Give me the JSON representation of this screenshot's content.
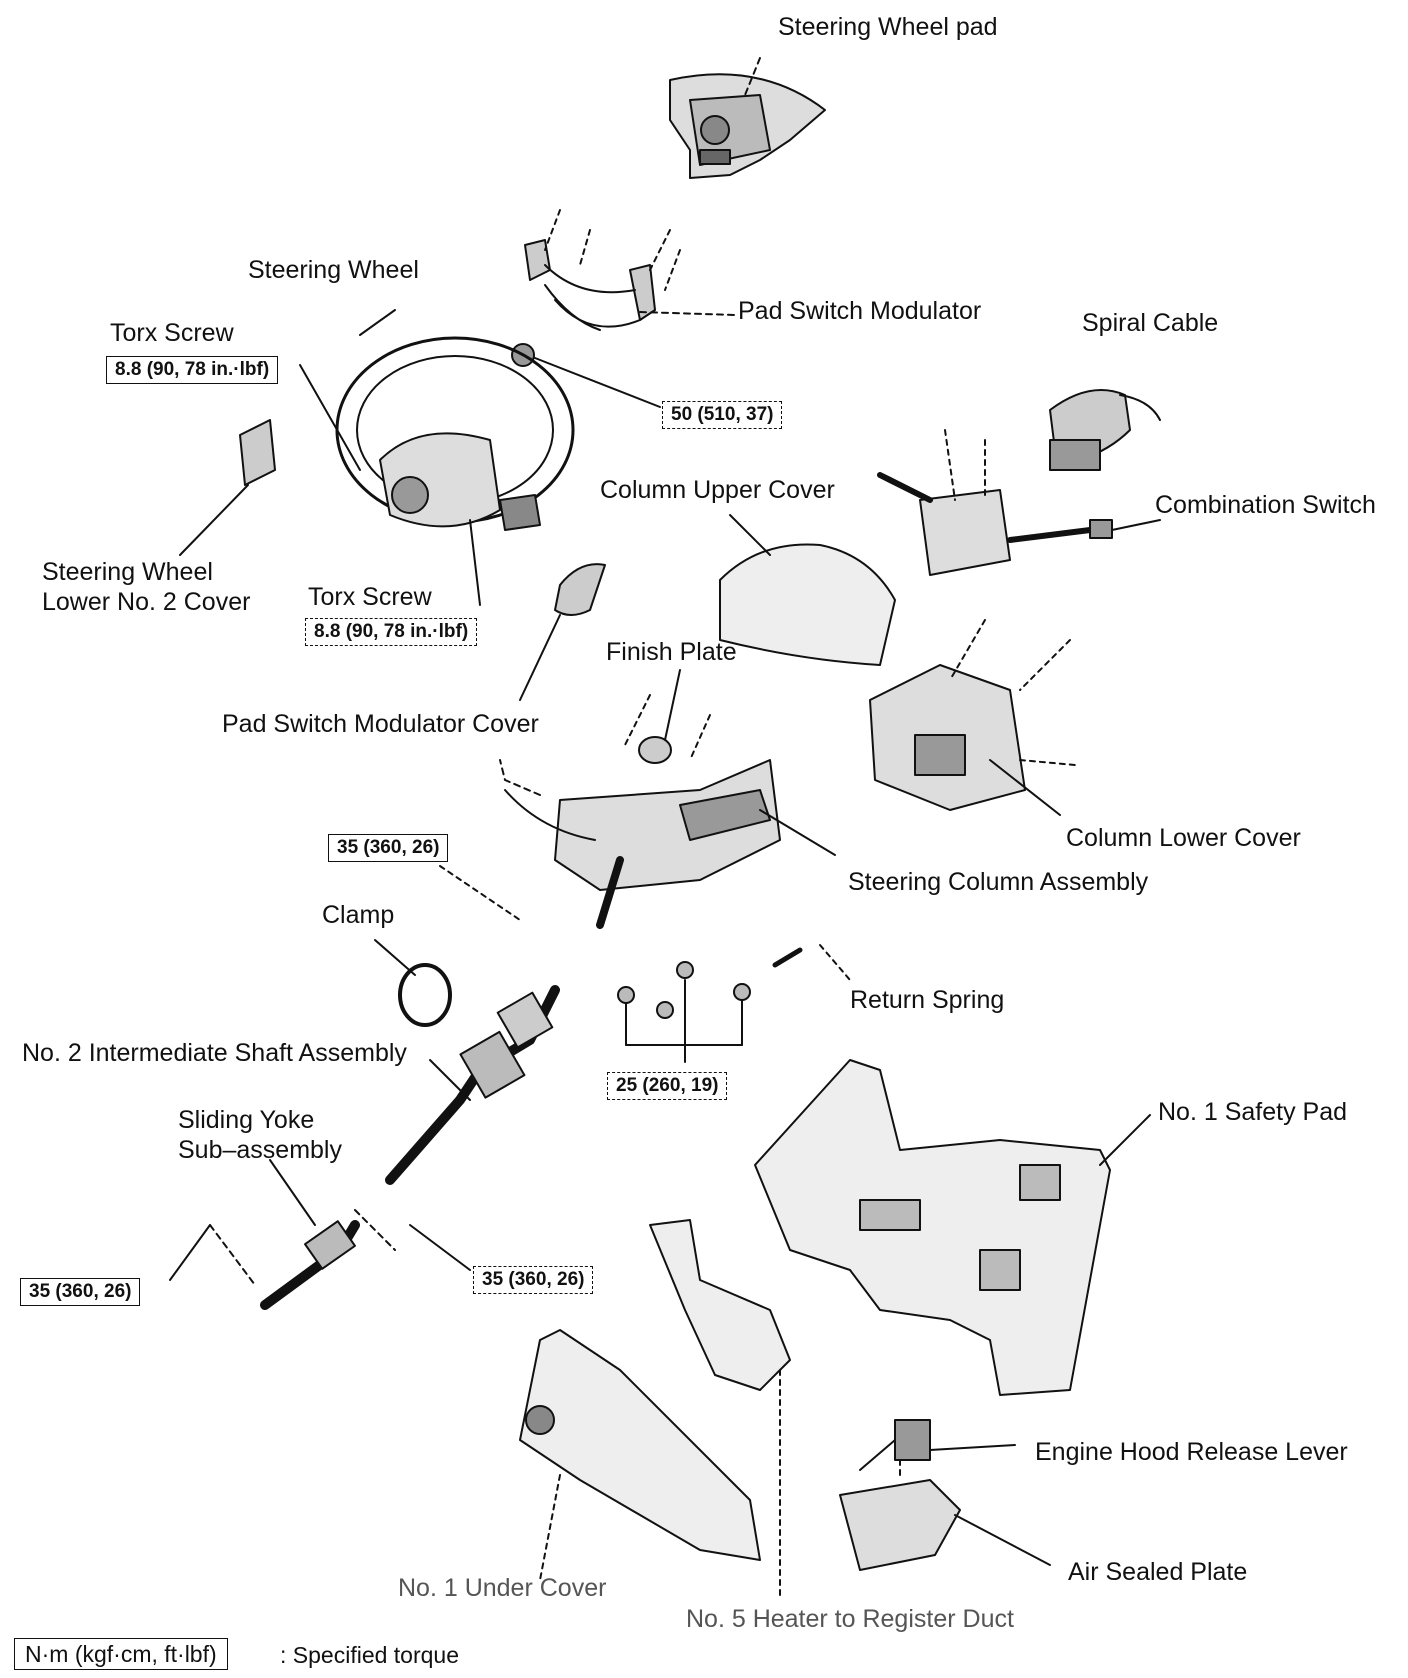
{
  "labels": {
    "steering_wheel_pad": "Steering Wheel pad",
    "pad_switch_modulator": "Pad Switch Modulator",
    "steering_wheel": "Steering Wheel",
    "torx_screw_upper": "Torx Screw",
    "torx_screw_lower": "Torx Screw",
    "spiral_cable": "Spiral Cable",
    "combination_switch": "Combination Switch",
    "column_upper_cover": "Column Upper Cover",
    "steering_wheel_lower_no2_cover": "Steering Wheel\nLower No. 2 Cover",
    "finish_plate": "Finish Plate",
    "pad_switch_modulator_cover": "Pad Switch Modulator Cover",
    "column_lower_cover": "Column Lower Cover",
    "steering_column_assembly": "Steering Column Assembly",
    "clamp": "Clamp",
    "return_spring": "Return Spring",
    "no2_intermediate_shaft_assembly": "No. 2 Intermediate Shaft Assembly",
    "no1_safety_pad": "No. 1 Safety Pad",
    "sliding_yoke_subassembly": "Sliding Yoke\nSub–assembly",
    "engine_hood_release_lever": "Engine Hood Release Lever",
    "air_sealed_plate": "Air Sealed Plate",
    "no1_under_cover": "No. 1 Under Cover",
    "no5_heater_to_register_duct": "No. 5 Heater to Register Duct"
  },
  "torques": {
    "torx_upper": "8.8 (90, 78 in.·lbf)",
    "torx_lower": "8.8 (90, 78 in.·lbf)",
    "wheel_nut": "50 (510, 37)",
    "column_bolt": "35 (360, 26)",
    "column_nuts": "25 (260, 19)",
    "yoke_left": "35 (360, 26)",
    "yoke_right": "35 (360, 26)"
  },
  "legend": {
    "unit_box": "N·m (kgf·cm, ft·lbf)",
    "description": ": Specified torque"
  }
}
